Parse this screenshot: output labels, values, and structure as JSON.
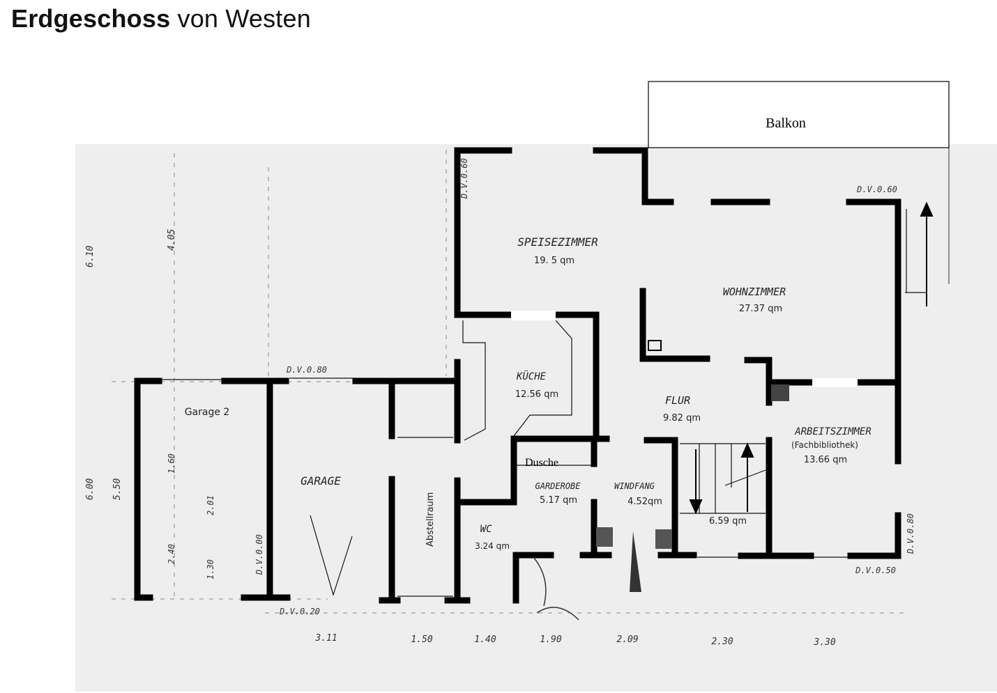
{
  "title": {
    "bold": "Erdgeschoss",
    "regular": "von Westen"
  },
  "balkon_label": "Balkon",
  "dusche_label": "Dusche",
  "rooms": {
    "speise": {
      "name": "SPEISEZIMMER",
      "area": "19. 5 qm"
    },
    "wohn": {
      "name": "WOHNZIMMER",
      "area": "27.37 qm"
    },
    "kueche": {
      "name": "KÜCHE",
      "area": "12.56 qm"
    },
    "flur": {
      "name": "FLUR",
      "area": "9.82 qm"
    },
    "arbeit": {
      "name": "ARBEITSZIMMER",
      "sub": "(Fachbibliothek)",
      "area": "13.66 qm"
    },
    "garderobe": {
      "name": "GARDEROBE",
      "area": "5.17 qm"
    },
    "windfang": {
      "name": "WINDFANG",
      "area": "4.52qm"
    },
    "wc": {
      "name": "WC",
      "area": "3.24 qm"
    },
    "stair": {
      "area": "6.59 qm"
    },
    "garage": {
      "name": "GARAGE"
    },
    "garage2": {
      "name": "Garage 2"
    },
    "abstell": {
      "name": "Abstellraum"
    }
  },
  "dims": {
    "dv080": "D.V.0.80",
    "dv060_top": "D.V.0.60",
    "dv050": "D.V.0.50",
    "dv020": "D.V.0.20",
    "dv000": "D.V.0.00",
    "dv080_right": "D.V.0.80",
    "dv060_vert": "D.V.0.60",
    "left_610": "6.10",
    "left_600": "6.00",
    "left_550": "5.50",
    "col_405": "4.05",
    "col_160": "1.60",
    "col_240": "2.40",
    "col_130": "1.30",
    "col_201": "2.01",
    "bottom": [
      "3.11",
      "1.50",
      "1.40",
      "1.90",
      "2.09",
      "2.30",
      "3.30"
    ]
  }
}
